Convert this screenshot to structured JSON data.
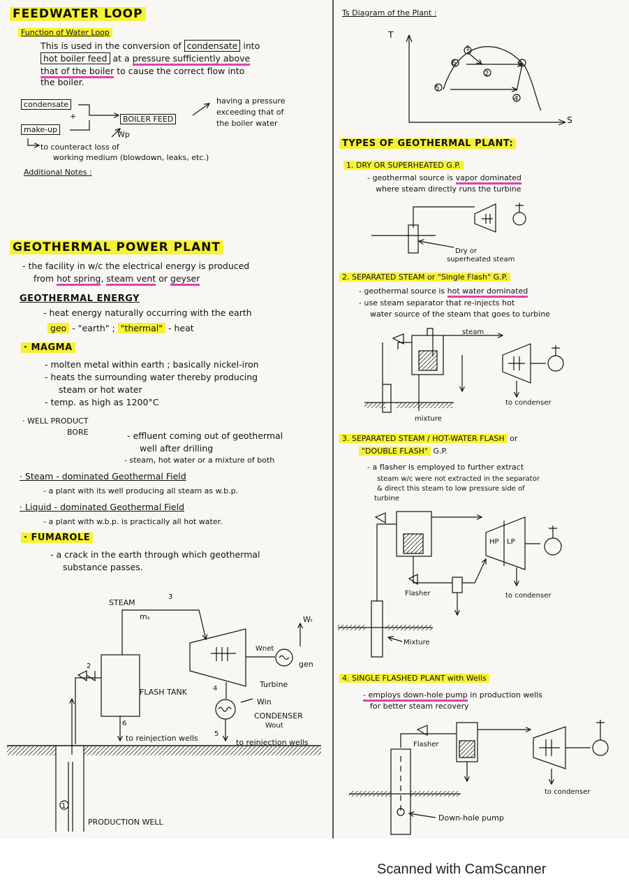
{
  "left": {
    "feedwater": {
      "title": "FEEDWATER LOOP",
      "function_heading": "Function of Water Loop",
      "p1": "This is used in the conversion of",
      "p1_box": "condensate",
      "p1_end": "into",
      "p2_box": "hot boiler feed",
      "p2_mid": "at a",
      "p2_pk": "pressure sufficiently above",
      "p3_pk": "that of the boiler",
      "p3_end": "to cause the correct flow into",
      "p4": "the boiler.",
      "diagram": {
        "condensate": "condensate",
        "plus": "+",
        "makeup": "make-up",
        "boiler_feed": "BOILER FEED",
        "wp": "Wp",
        "note1": "having a pressure",
        "note2": "exceeding that of",
        "note3": "the boiler water",
        "counter1": "to counteract loss of",
        "counter2": "working medium (blowdown, leaks, etc.)"
      },
      "additional": "Additional Notes :"
    },
    "geo": {
      "title": "GEOTHERMAL POWER PLANT",
      "def1": "- the facility in w/c the electrical energy is produced",
      "def2_a": "from",
      "def2_hot": "hot spring",
      "def2_sep": ",",
      "def2_steam": "steam vent",
      "def2_or": "or",
      "def2_geyser": "geyser",
      "energy_heading": "GEOTHERMAL ENERGY",
      "energy1": "- heat energy naturally occurring with the earth",
      "geo_word": "geo",
      "geo_meaning": "- \"earth\"  ;",
      "thermal_word": "\"thermal\"",
      "thermal_meaning": "- heat",
      "magma_heading": "· MAGMA",
      "magma1": "- molten metal within earth ; basically nickel-iron",
      "magma2": "- heats the surrounding water thereby producing",
      "magma3": "steam or hot water",
      "magma4": "- temp. as high as 1200°C",
      "well_heading1": "· WELL PRODUCT",
      "well_heading2": "BORE",
      "well1": "- effluent coming out of geothermal",
      "well2": "well after drilling",
      "well3": "- steam, hot water or a mixture of both",
      "steam_field_heading": "· Steam - dominated Geothermal Field",
      "steam_field": "- a plant with its well producing all steam as w.b.p.",
      "liquid_field_heading": "· Liquid - dominated Geothermal Field",
      "liquid_field": "- a plant with w.b.p. is practically all hot water.",
      "fumarole_heading": "· FUMAROLE",
      "fumarole1": "- a crack in the earth through which geothermal",
      "fumarole2": "substance passes."
    },
    "plant": {
      "steam": "STEAM",
      "ms": "mₛ",
      "n3": "3",
      "n2": "2",
      "n4": "4",
      "n5": "5",
      "n6": "6",
      "n1": "1",
      "wt": "Wₜ",
      "wnet": "Wnet",
      "gen": "gen",
      "turbine": "Turbine",
      "flashtank": "FLASH TANK",
      "win": "Win",
      "condenser": "CONDENSER",
      "wout": "Wout",
      "reinj1": "to reinjection wells",
      "reinj2": "to reinjection wells",
      "production": "PRODUCTION WELL"
    }
  },
  "right": {
    "ts": {
      "title": "Ts Diagram of the Plant :",
      "t": "T",
      "s": "S",
      "p1": "1",
      "p2": "2",
      "p3": "3",
      "p4": "4",
      "p5": "5",
      "p6": "6"
    },
    "types": {
      "title": "TYPES OF GEOTHERMAL PLANT:",
      "t1": "1. DRY OR SUPERHEATED G.P.",
      "t1_a": "- geothermal source is",
      "t1_pk": "vapor dominated",
      "t1_b": "where steam directly runs the turbine",
      "t1_label1": "Dry or",
      "t1_label2": "superheated steam",
      "t2": "2. SEPARATED STEAM or \"Single Flash\" G.P.",
      "t2_a": "- geothermal source is",
      "t2_pk": "hot water dominated",
      "t2_b": "- use steam separator that re-injects hot",
      "t2_c": "water source of the steam that goes to turbine",
      "t2_steam": "steam",
      "t2_cond": "to condenser",
      "t2_mix": "mixture",
      "t3a": "3. SEPARATED STEAM / HOT-WATER FLASH",
      "t3_or": "or",
      "t3b": "\"DOUBLE FLASH\"",
      "t3_gp": "G.P.",
      "t3_1": "- a flasher is employed to further extract",
      "t3_2": "steam w/c were not extracted in the separator",
      "t3_3": "& direct this steam to low pressure side of",
      "t3_4": "turbine",
      "t3_hp": "HP",
      "t3_lp": "LP",
      "t3_flasher": "Flasher",
      "t3_cond": "to condenser",
      "t3_mix": "Mixture",
      "t4": "4. SINGLE FLASHED PLANT with Wells",
      "t4_pk": "- employs down-hole pump",
      "t4_a": "in production wells",
      "t4_b": "for better steam recovery",
      "t4_flasher": "Flasher",
      "t4_cond": "to condenser",
      "t4_pump": "Down-hole pump"
    }
  },
  "footer": "Scanned with CamScanner"
}
